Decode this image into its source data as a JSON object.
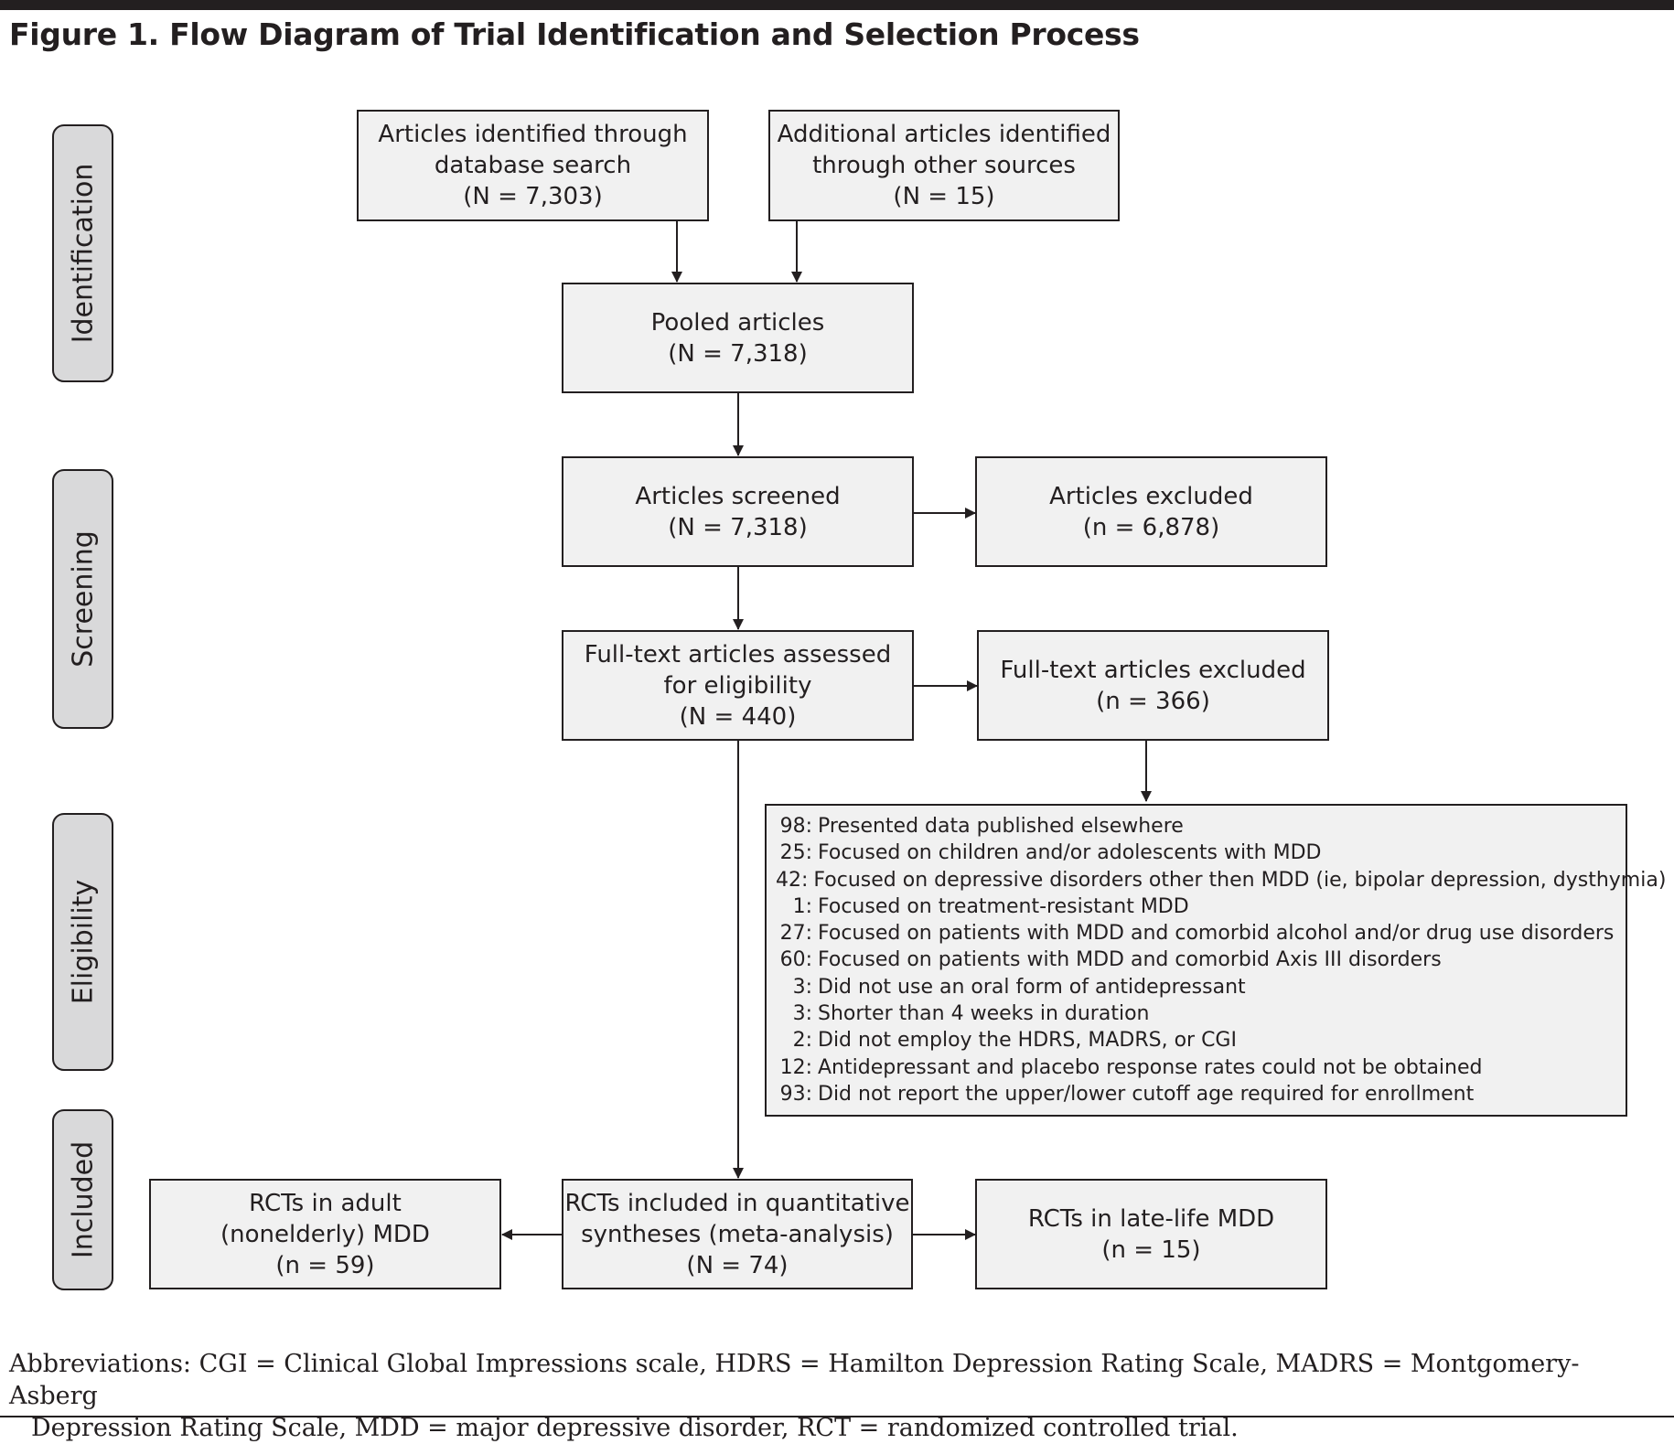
{
  "figure": {
    "title": "Figure 1. Flow Diagram of Trial Identification and Selection Process"
  },
  "stages": {
    "identification": "Identification",
    "screening": "Screening",
    "eligibility": "Eligibility",
    "included": "Included"
  },
  "boxes": {
    "database_search": {
      "line1": "Articles identified through",
      "line2": "database search",
      "line3": "(N = 7,303)"
    },
    "other_sources": {
      "line1": "Additional articles identified",
      "line2": "through other sources",
      "line3": "(N = 15)"
    },
    "pooled": {
      "line1": "Pooled articles",
      "line2": "(N = 7,318)"
    },
    "screened": {
      "line1": "Articles screened",
      "line2": "(N = 7,318)"
    },
    "excluded": {
      "line1": "Articles excluded",
      "line2": "(n = 6,878)"
    },
    "fulltext_assessed": {
      "line1": "Full-text articles assessed",
      "line2": "for eligibility",
      "line3": "(N = 440)"
    },
    "fulltext_excluded": {
      "line1": "Full-text articles excluded",
      "line2": "(n = 366)"
    },
    "adult_mdd": {
      "line1": "RCTs in adult",
      "line2": "(nonelderly) MDD",
      "line3": "(n = 59)"
    },
    "included": {
      "line1": "RCTs included in quantitative",
      "line2": "syntheses (meta-analysis)",
      "line3": "(N = 74)"
    },
    "late_life": {
      "line1": "RCTs in late-life MDD",
      "line2": "(n = 15)"
    }
  },
  "exclusion_reasons": [
    {
      "n": "98:",
      "text": "Presented data published elsewhere"
    },
    {
      "n": "25:",
      "text": "Focused on children and/or adolescents with MDD"
    },
    {
      "n": "42:",
      "text": "Focused on depressive disorders other then MDD (ie, bipolar depression, dysthymia)"
    },
    {
      "n": "1:",
      "text": "Focused on treatment-resistant MDD"
    },
    {
      "n": "27:",
      "text": "Focused on patients with MDD and comorbid alcohol and/or drug use disorders"
    },
    {
      "n": "60:",
      "text": "Focused on patients with MDD and comorbid Axis III disorders"
    },
    {
      "n": "3:",
      "text": "Did not use an oral form of antidepressant"
    },
    {
      "n": "3:",
      "text": "Shorter than 4 weeks in duration"
    },
    {
      "n": "2:",
      "text": "Did not employ the HDRS, MADRS, or CGI"
    },
    {
      "n": "12:",
      "text": "Antidepressant and placebo response rates could not be obtained"
    },
    {
      "n": "93:",
      "text": "Did not report the upper/lower cutoff age required for enrollment"
    }
  ],
  "footnote": {
    "line1": "Abbreviations: CGI = Clinical Global Impressions scale, HDRS = Hamilton Depression Rating Scale, MADRS = Montgomery-Asberg",
    "line2": "Depression Rating Scale, MDD = major depressive disorder, RCT = randomized controlled trial."
  }
}
